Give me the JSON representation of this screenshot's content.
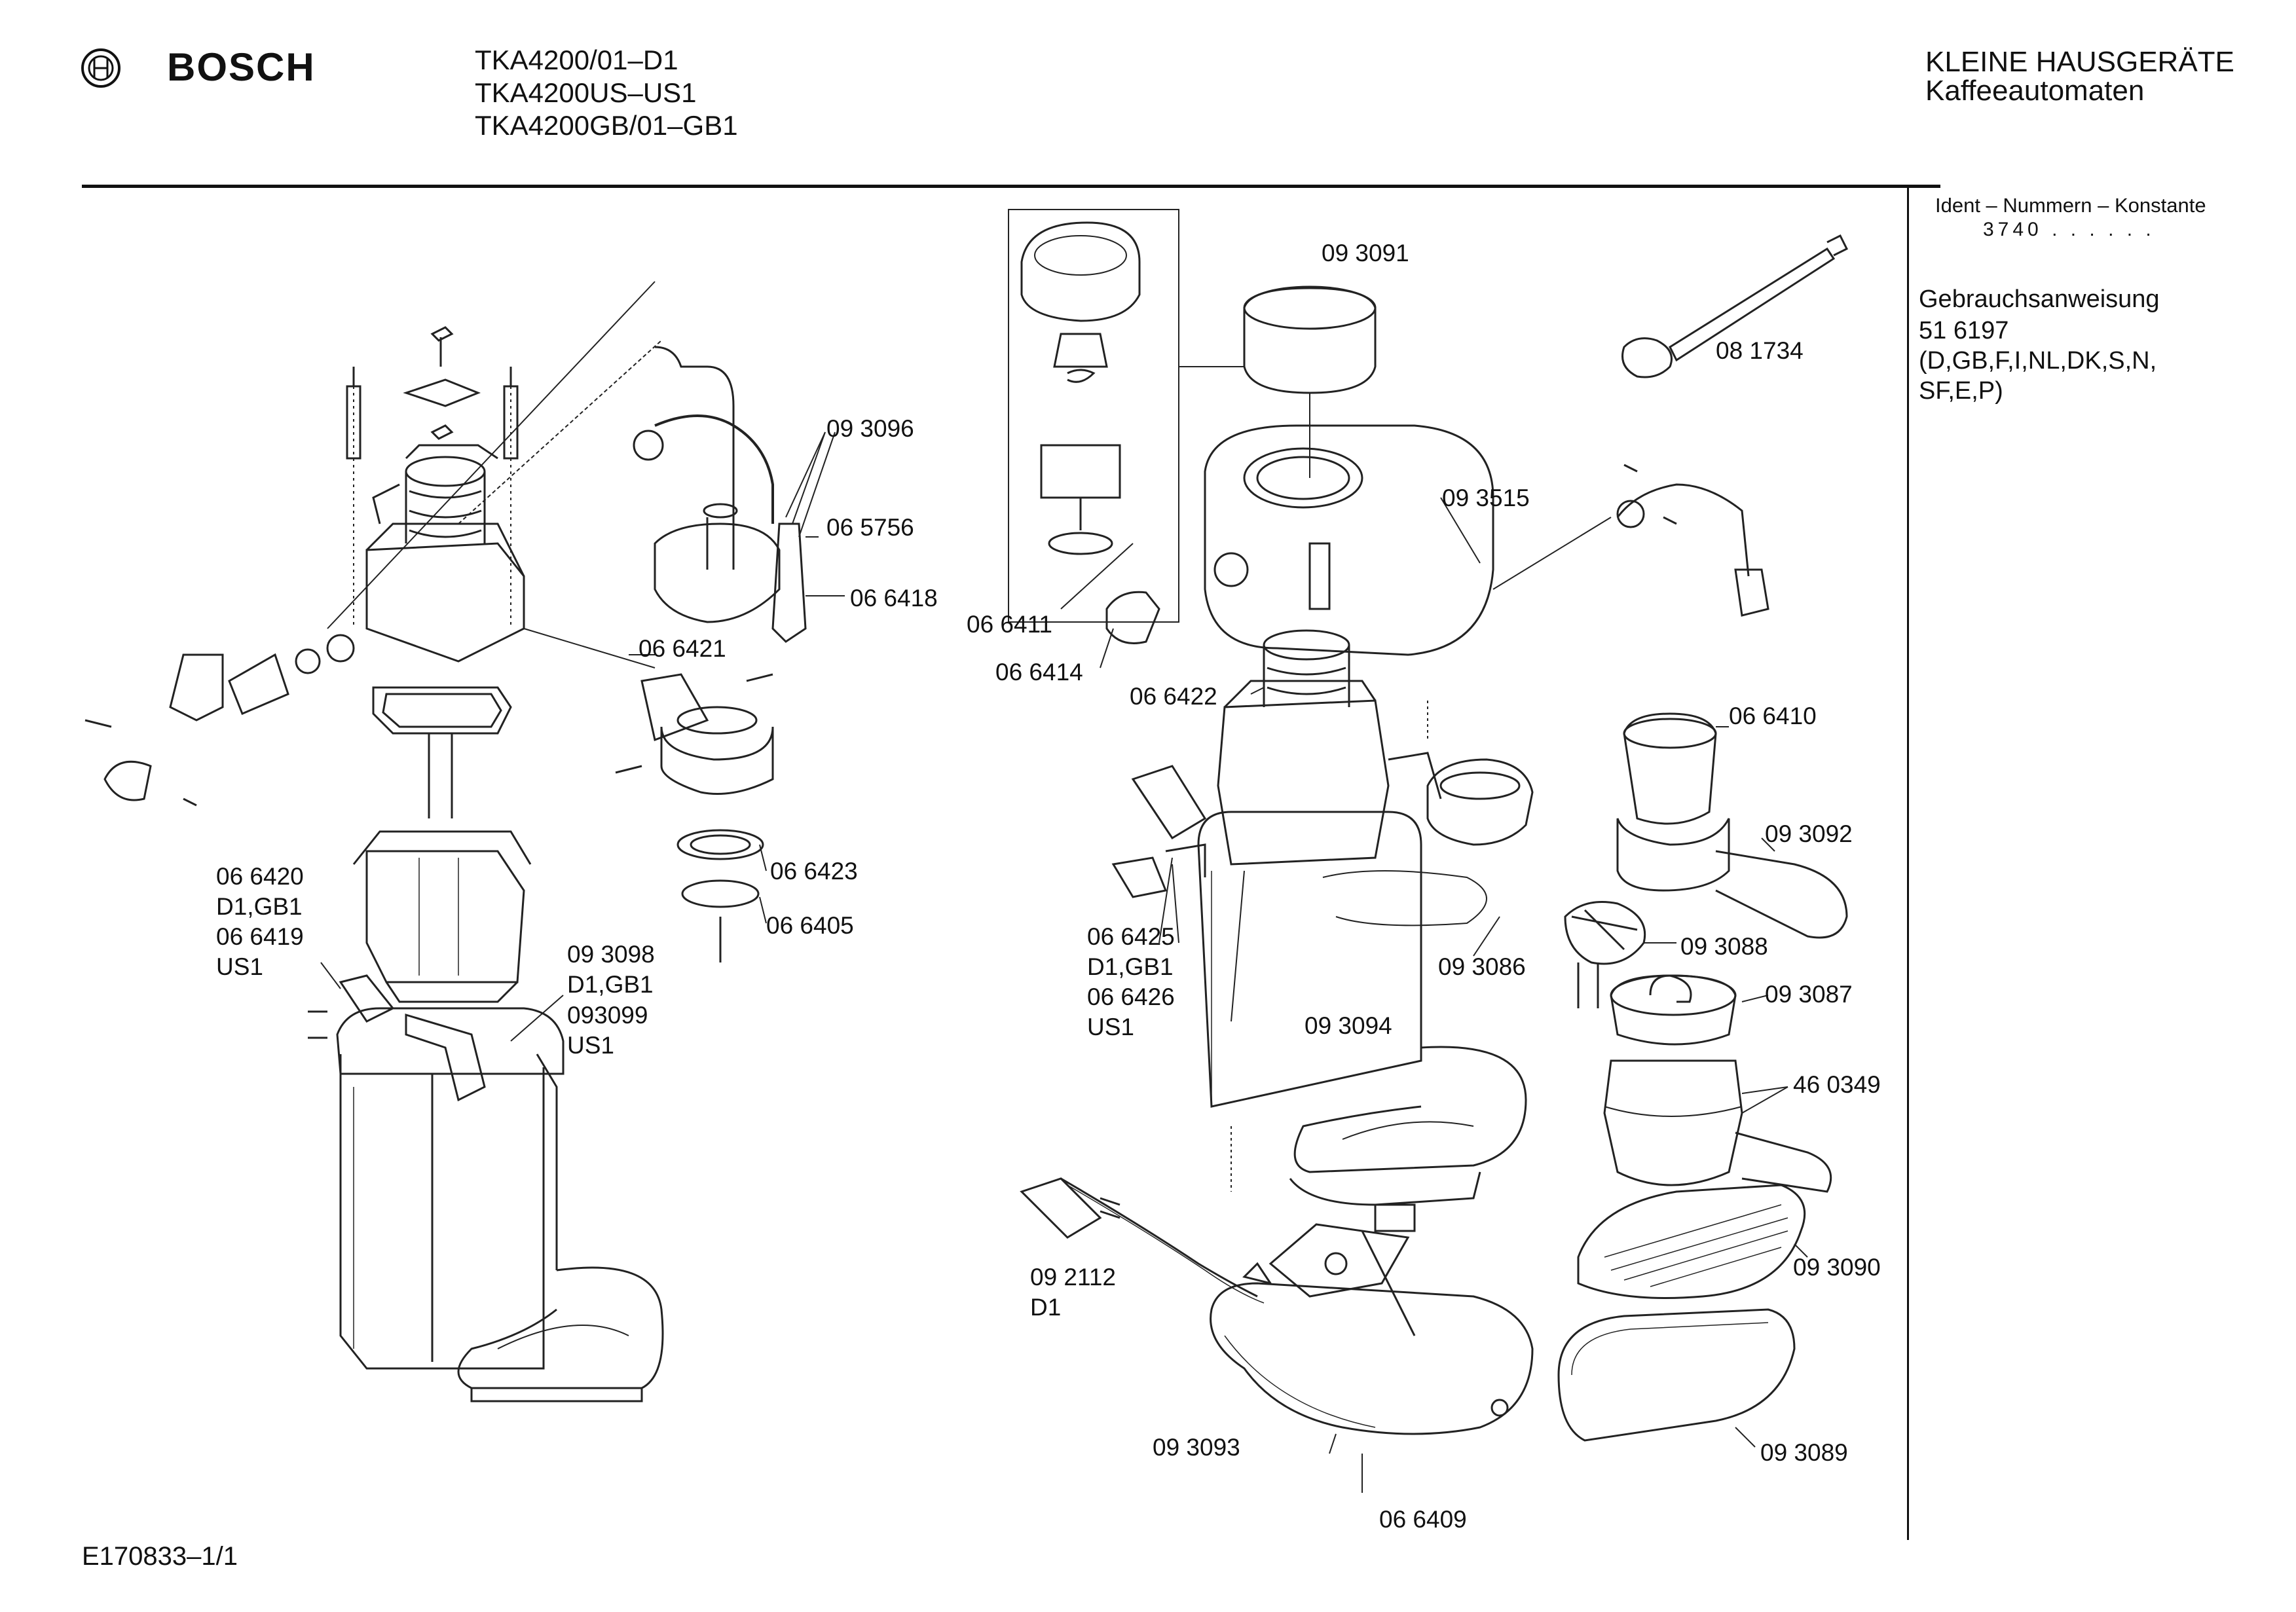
{
  "header": {
    "brand": "BOSCH",
    "models": [
      "TKA4200/01–D1",
      "TKA4200US–US1",
      "TKA4200GB/01–GB1"
    ],
    "category_line1": "KLEINE HAUSGERÄTE",
    "category_line2": "Kaffeeautomaten"
  },
  "sidebar": {
    "ident_title": "Ident – Nummern – Konstante",
    "ident_value": "3740 . . . . . .",
    "manual_title": "Gebrauchsanweisung",
    "manual_number": "51 6197",
    "manual_langs_1": "(D,GB,F,I,NL,DK,S,N,",
    "manual_langs_2": "SF,E,P)"
  },
  "labels": {
    "p093096": "09 3096",
    "p065756": "06 5756",
    "p066418": "06 6418",
    "p066421": "06 6421",
    "p066420": "06 6420",
    "v_d1gb1_a": "D1,GB1",
    "p066419": "06 6419",
    "v_us1_a": "US1",
    "p066423": "06 6423",
    "p066405": "06 6405",
    "p093098": "09 3098",
    "v_d1gb1_b": "D1,GB1",
    "p093099": "093099",
    "v_us1_b": "US1",
    "p093091": "09 3091",
    "p081734": "08 1734",
    "p093515": "09 3515",
    "p066411": "06 6411",
    "p066414": "06 6414",
    "p066422": "06 6422",
    "p066410": "06 6410",
    "p093092": "09 3092",
    "p093088": "09 3088",
    "p066425": "06 6425",
    "v_d1gb1_c": "D1,GB1",
    "p066426": "06 6426",
    "v_us1_c": "US1",
    "p093086": "09 3086",
    "p093094": "09 3094",
    "p093087": "09 3087",
    "p460349": "46 0349",
    "p092112": "09 2112",
    "v_d1": "D1",
    "p093090": "09 3090",
    "p093093": "09 3093",
    "p093089": "09 3089",
    "p066409": "06 6409"
  },
  "footer": {
    "code": "E170833–1/1"
  }
}
